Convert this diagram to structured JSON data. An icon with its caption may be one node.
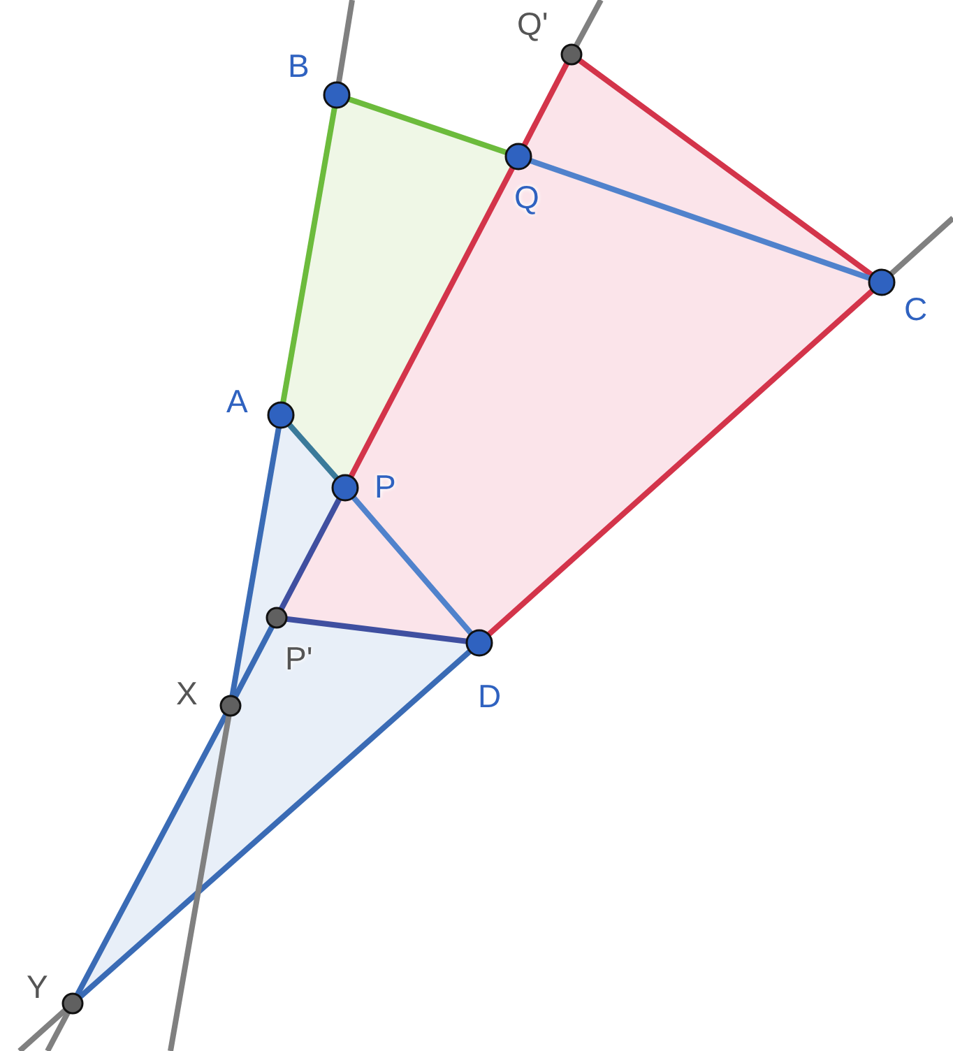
{
  "diagram": {
    "nodes": [
      {
        "text": [
          "Q'"
        ]
      },
      {
        "text": [
          "B"
        ]
      },
      {
        "text": [
          "Q"
        ]
      },
      {
        "text": [
          "C"
        ]
      },
      {
        "text": [
          "A"
        ]
      },
      {
        "text": [
          "P"
        ]
      },
      {
        "text": [
          "P'"
        ]
      },
      {
        "text": [
          "D"
        ]
      },
      {
        "text": [
          "X"
        ]
      },
      {
        "text": [
          "Y"
        ]
      }
    ],
    "edges": [
      {
        "from": 1,
        "to": 4,
        "arrow": "none",
        "color": "#6cbb3c"
      },
      {
        "from": 1,
        "to": 2,
        "arrow": "none",
        "color": "#6cbb3c"
      },
      {
        "from": 0,
        "to": 2,
        "arrow": "none",
        "color": "#d3344a"
      },
      {
        "from": 2,
        "to": 5,
        "arrow": "none",
        "color": "#d3344a"
      },
      {
        "from": 0,
        "to": 3,
        "arrow": "none",
        "color": "#d3344a"
      },
      {
        "from": 3,
        "to": 7,
        "arrow": "none",
        "color": "#d3344a"
      },
      {
        "from": 2,
        "to": 3,
        "arrow": "none",
        "color": "#5082cc"
      },
      {
        "from": 4,
        "to": 5,
        "arrow": "none",
        "color": "#3a7a9a"
      },
      {
        "from": 5,
        "to": 7,
        "arrow": "none",
        "color": "#5082cc"
      },
      {
        "from": 5,
        "to": 6,
        "arrow": "none",
        "color": "#3f4fa0"
      },
      {
        "from": 6,
        "to": 7,
        "arrow": "none",
        "color": "#3f4fa0"
      },
      {
        "from": 6,
        "to": 8,
        "arrow": "none",
        "color": "#3a6bb5"
      },
      {
        "from": 4,
        "to": 8,
        "arrow": "none",
        "color": "#3a6bb5"
      },
      {
        "from": 8,
        "to": 9,
        "arrow": "none",
        "color": "#3a6bb5"
      },
      {
        "from": 9,
        "to": 7,
        "arrow": "none",
        "color": "#3a6bb5"
      },
      {
        "from": null,
        "to": 1,
        "arrow": "none",
        "color": "#808080"
      },
      {
        "from": 0,
        "to": null,
        "arrow": "none",
        "color": "#808080"
      },
      {
        "from": 3,
        "to": null,
        "arrow": "none",
        "color": "#808080"
      },
      {
        "from": 8,
        "to": null,
        "arrow": "none",
        "color": "#808080"
      },
      {
        "from": 9,
        "to": null,
        "arrow": "none",
        "color": "#808080"
      },
      {
        "from": 9,
        "to": null,
        "arrow": "none",
        "color": "#808080"
      }
    ]
  }
}
